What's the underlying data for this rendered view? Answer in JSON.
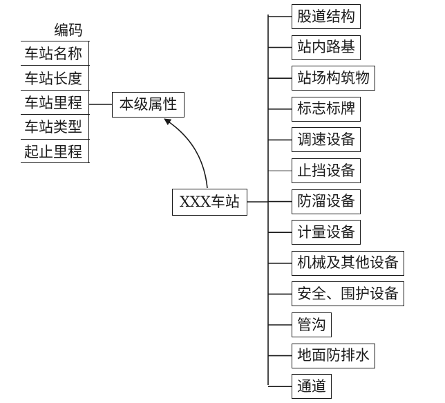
{
  "station": {
    "label": "XXX车站"
  },
  "attributes": {
    "label": "本级属性",
    "header": "编码",
    "items": [
      "车站名称",
      "车站长度",
      "车站里程",
      "车站类型",
      "起止里程"
    ]
  },
  "components": [
    "股道结构",
    "站内路基",
    "站场构筑物",
    "标志标牌",
    "调速设备",
    "止挡设备",
    "防溜设备",
    "计量设备",
    "机械及其他设备",
    "安全、围护设备",
    "管沟",
    "地面防排水",
    "通道"
  ]
}
